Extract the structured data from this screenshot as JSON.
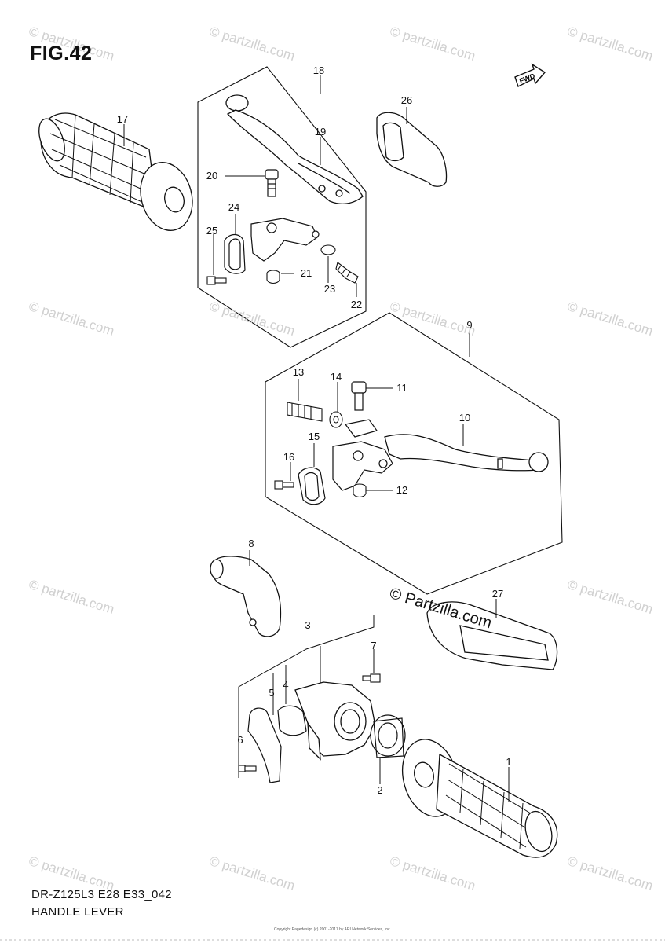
{
  "figure": {
    "title": "FIG.42",
    "model_code": "DR-Z125L3 E28 E33_042",
    "caption": "HANDLE LEVER",
    "watermark": "© Partzilla.com",
    "faint_watermark": "© partzilla.com",
    "direction_label": "FWD",
    "copyright": "Copyright Pagedesign (c) 2001-2017 by ARI Network Services, Inc."
  },
  "callouts": [
    "1",
    "2",
    "3",
    "4",
    "5",
    "6",
    "7",
    "8",
    "9",
    "10",
    "11",
    "12",
    "13",
    "14",
    "15",
    "16",
    "17",
    "18",
    "19",
    "20",
    "21",
    "22",
    "23",
    "24",
    "25",
    "26",
    "27"
  ]
}
